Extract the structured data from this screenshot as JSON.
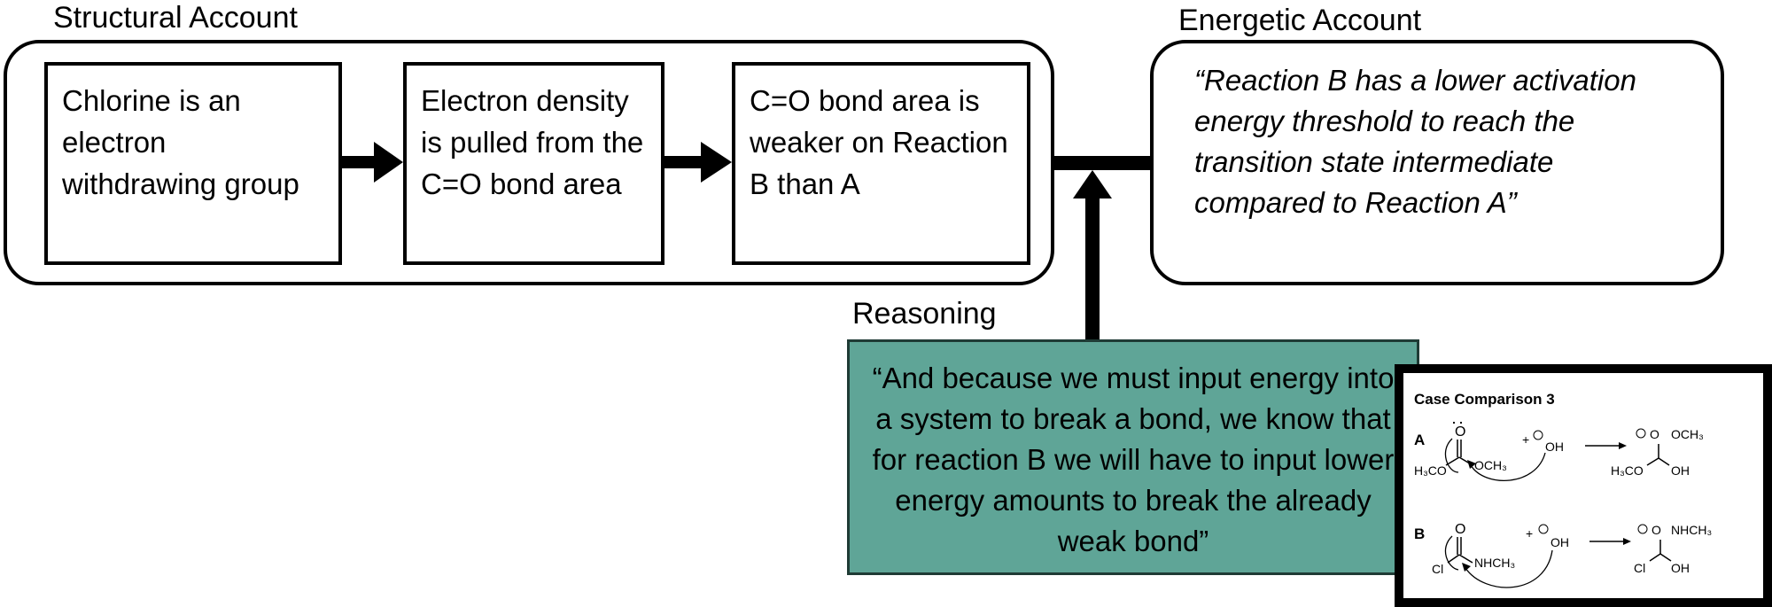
{
  "structural": {
    "heading": "Structural Account",
    "steps": [
      "Chlorine is an electron withdrawing group",
      "Electron density is pulled from the C=O bond area",
      "C=O bond area is weaker on Reaction B than A"
    ]
  },
  "energetic": {
    "heading": "Energetic Account",
    "quote": "“Reaction B has a lower activation energy threshold to reach the transition state intermediate compared to Reaction A”"
  },
  "reasoning": {
    "heading": "Reasoning",
    "quote": "“And because we must input energy into a system to break a bond, we know that for reaction B we will have to input lower energy amounts to break the already weak bond”"
  },
  "case": {
    "title": "Case Comparison 3",
    "reaction_a": {
      "label": "A",
      "reactant_left": "H₃CO",
      "reactant_right": "OCH₃",
      "carbonyl_o": "O",
      "plus": "+",
      "nucleophile": "OH",
      "product_top": "OCH₃",
      "product_o": "O",
      "product_left": "H₃CO",
      "product_right": "OH"
    },
    "reaction_b": {
      "label": "B",
      "reactant_left": "Cl",
      "reactant_right": "NHCH₃",
      "carbonyl_o": "O",
      "plus": "+",
      "nucleophile": "OH",
      "product_top": "NHCH₃",
      "product_o": "O",
      "product_left": "Cl",
      "product_right": "OH"
    }
  },
  "colors": {
    "reasoning_fill": "#5fa597",
    "line": "#000000"
  }
}
